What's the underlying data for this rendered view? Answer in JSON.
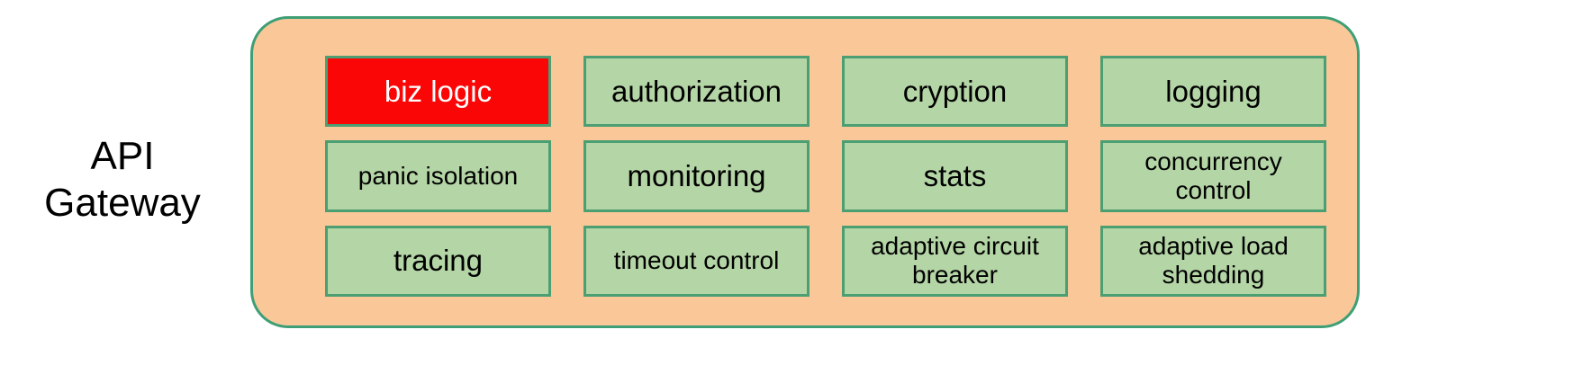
{
  "diagram": {
    "side_label": "API\nGateway",
    "container": {
      "name": "api-gateway-container",
      "fill_color": "#fac898",
      "border_color": "#3e9f76"
    },
    "box_style": {
      "fill_color": "#b4d5a5",
      "border_color": "#4c9e73",
      "text_color": "#000000",
      "highlight_fill_color": "#fb0606",
      "highlight_text_color": "#ffffff"
    },
    "cells": [
      {
        "label": "biz logic",
        "highlight": true,
        "small": false
      },
      {
        "label": "authorization",
        "highlight": false,
        "small": false
      },
      {
        "label": "cryption",
        "highlight": false,
        "small": false
      },
      {
        "label": "logging",
        "highlight": false,
        "small": false
      },
      {
        "label": "panic isolation",
        "highlight": false,
        "small": true
      },
      {
        "label": "monitoring",
        "highlight": false,
        "small": false
      },
      {
        "label": "stats",
        "highlight": false,
        "small": false
      },
      {
        "label": "concurrency\ncontrol",
        "highlight": false,
        "small": true
      },
      {
        "label": "tracing",
        "highlight": false,
        "small": false
      },
      {
        "label": "timeout control",
        "highlight": false,
        "small": true
      },
      {
        "label": "adaptive circuit\nbreaker",
        "highlight": false,
        "small": true
      },
      {
        "label": "adaptive load\nshedding",
        "highlight": false,
        "small": true
      }
    ]
  }
}
